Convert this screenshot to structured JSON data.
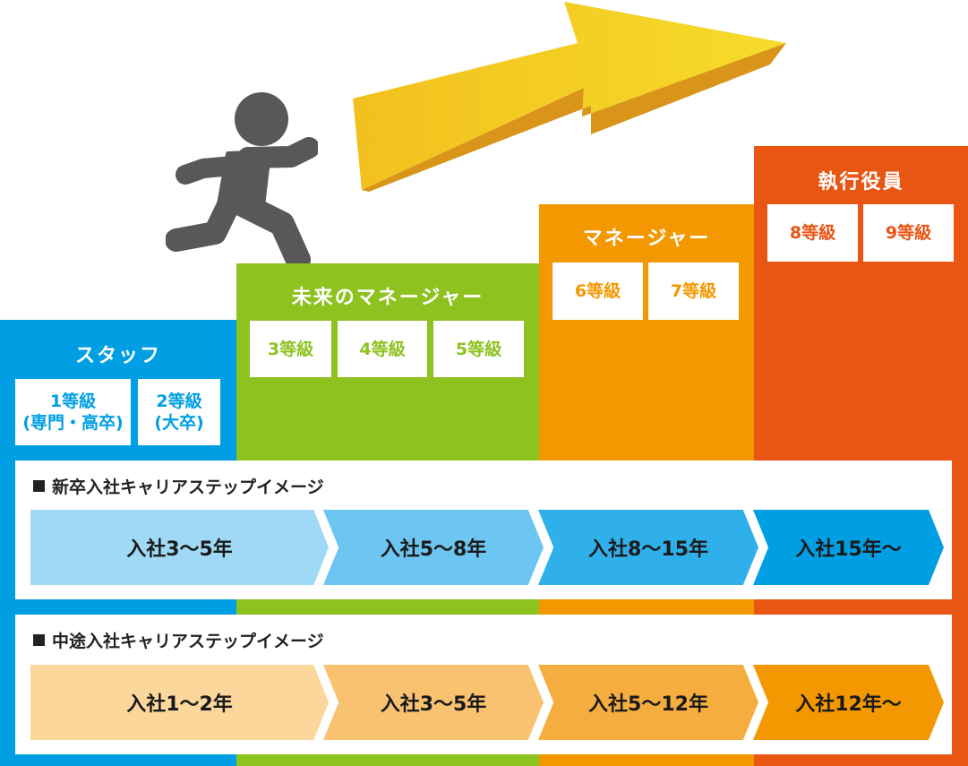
{
  "columns": [
    {
      "key": "staff",
      "title": "スタッフ",
      "color": "#009fe3",
      "grades": [
        {
          "line1": "1等級",
          "line2": "(専門・高卒)"
        },
        {
          "line1": "2等級",
          "line2": "(大卒)"
        }
      ]
    },
    {
      "key": "future",
      "title": "未来のマネージャー",
      "color": "#8dc21f",
      "grades": [
        {
          "line1": "3等級"
        },
        {
          "line1": "4等級"
        },
        {
          "line1": "5等級"
        }
      ]
    },
    {
      "key": "manager",
      "title": "マネージャー",
      "color": "#f39800",
      "grades": [
        {
          "line1": "6等級"
        },
        {
          "line1": "7等級"
        }
      ]
    },
    {
      "key": "exec",
      "title": "執行役員",
      "color": "#e95513",
      "grades": [
        {
          "line1": "8等級"
        },
        {
          "line1": "9等級"
        }
      ]
    }
  ],
  "new_grad": {
    "heading": "新卒入社キャリアステップイメージ",
    "steps": [
      "入社3〜5年",
      "入社5〜8年",
      "入社8〜15年",
      "入社15年〜"
    ],
    "colors": [
      "#9fd9f6",
      "#6cc6f1",
      "#2fb0ea",
      "#009fe3"
    ]
  },
  "mid_career": {
    "heading": "中途入社キャリアステップイメージ",
    "steps": [
      "入社1〜2年",
      "入社3〜5年",
      "入社5〜12年",
      "入社12年〜"
    ],
    "colors": [
      "#fbd79c",
      "#f8c271",
      "#f5ad3f",
      "#f39800"
    ]
  },
  "icons": {
    "figure": "running-person-icon",
    "arrow": "upward-arrow-icon"
  }
}
